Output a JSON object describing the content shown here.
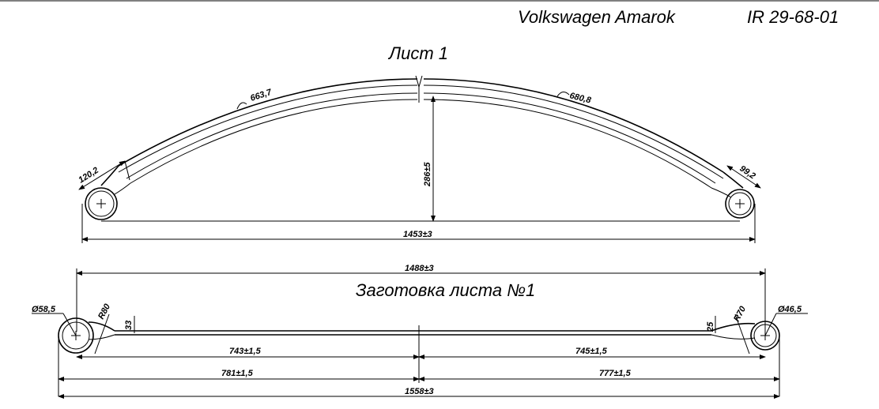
{
  "header": {
    "model": "Volkswagen Amarok",
    "part_number": "IR 29-68-01"
  },
  "sheet1": {
    "title": "Лист 1",
    "dims": {
      "arc_left": "663,7",
      "arc_right": "680,8",
      "end_left": "120,2",
      "end_right": "99,2",
      "height": "286±5",
      "span": "1453±3"
    }
  },
  "blank": {
    "title": "Заготовка листа №1",
    "dims": {
      "total_top": "1488±3",
      "eye_left_dia": "Ø58,5",
      "eye_right_dia": "Ø46,5",
      "radius_left": "R80",
      "radius_right": "R70",
      "offset_left": "33",
      "offset_right": "25",
      "half_left_inner": "743±1,5",
      "half_right_inner": "745±1,5",
      "half_left_outer": "781±1,5",
      "half_right_outer": "777±1,5",
      "total_bottom": "1558±3"
    }
  }
}
